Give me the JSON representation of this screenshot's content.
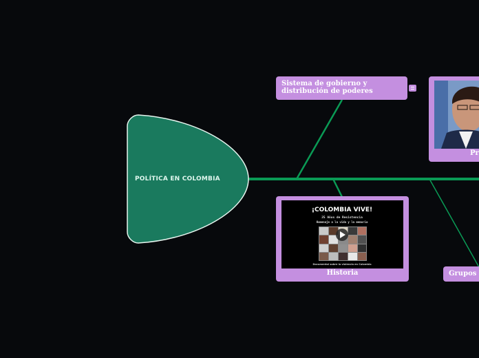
{
  "central_topic": {
    "label": "POLÍTICA EN COLOMBIA"
  },
  "branches": [
    {
      "label": "Sistema de gobierno y distribución de poderes",
      "collapse_icon": "collapse-icon"
    },
    {
      "label": "Historia",
      "video": {
        "title": "¡COLOMBIA VIVE!",
        "subtitle": "25 Años de Resistencia",
        "tagline": "Homenaje a la vida y la memoria",
        "credit": "Documental sobre la violencia en Colombia",
        "play_icon": "play-icon"
      }
    },
    {
      "label": "Pro",
      "image": "portrait-photo"
    },
    {
      "label": "Grupos gu"
    }
  ],
  "colors": {
    "background": "#07090c",
    "central_fill": "#1a7a5e",
    "connector": "#0a9a55",
    "node_fill": "#c48fe0"
  }
}
